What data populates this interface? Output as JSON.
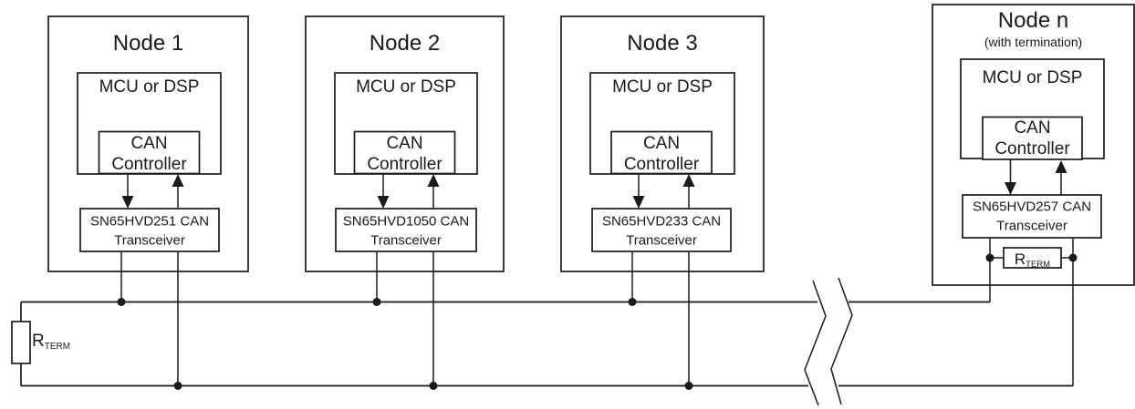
{
  "figure": {
    "kind": "CAN bus network topology diagram",
    "background": "#ffffff",
    "line_color": "#1a1a1a"
  },
  "nodes": [
    {
      "title": "Node 1",
      "mcu_label": "MCU or DSP",
      "controller_line1": "CAN",
      "controller_line2": "Controller",
      "transceiver_line1": "SN65HVD251 CAN",
      "transceiver_line2": "Transceiver"
    },
    {
      "title": "Node 2",
      "mcu_label": "MCU or DSP",
      "controller_line1": "CAN",
      "controller_line2": "Controller",
      "transceiver_line1": "SN65HVD1050 CAN",
      "transceiver_line2": "Transceiver"
    },
    {
      "title": "Node 3",
      "mcu_label": "MCU or DSP",
      "controller_line1": "CAN",
      "controller_line2": "Controller",
      "transceiver_line1": "SN65HVD233 CAN",
      "transceiver_line2": "Transceiver"
    },
    {
      "title": "Node n",
      "subtitle": "(with termination)",
      "mcu_label": "MCU or DSP",
      "controller_line1": "CAN",
      "controller_line2": "Controller",
      "transceiver_line1": "SN65HVD257 CAN",
      "transceiver_line2": "Transceiver",
      "termination": {
        "label_main": "R",
        "label_sub": "TERM"
      }
    }
  ],
  "bus": {
    "termination": {
      "label_main": "R",
      "label_sub": "TERM"
    }
  }
}
